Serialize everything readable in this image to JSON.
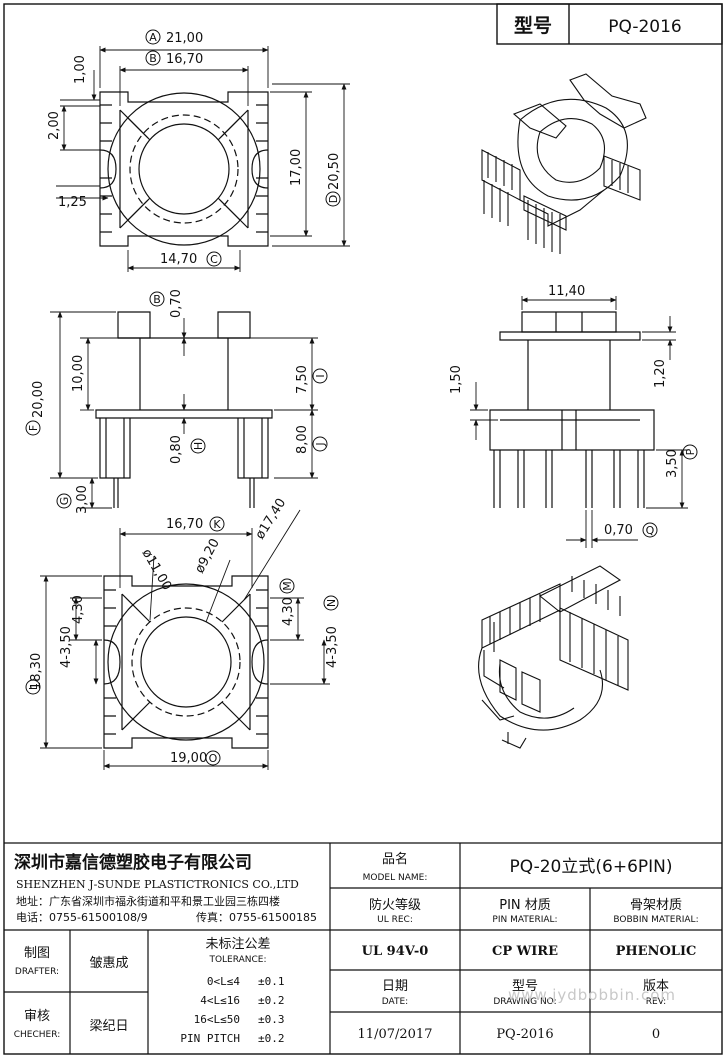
{
  "title_box": {
    "label": "型号",
    "value": "PQ-2016"
  },
  "top_view": {
    "A": {
      "letter": "A",
      "value": "21,00"
    },
    "B": {
      "letter": "B",
      "value": "16,70"
    },
    "C": {
      "letter": "C",
      "value": "14,70"
    },
    "D": {
      "letter": "D",
      "value": "20,50"
    },
    "dim_17": "17,00",
    "dim_100": "1,00",
    "dim_200": "2,00",
    "dim_125": "1,25"
  },
  "front_view": {
    "B_letter": "B",
    "dim_070": "0,70",
    "F_letter": "F",
    "dim_2000": "20,00",
    "dim_1000": "10,00",
    "dim_750": "7,50",
    "I_letter": "I",
    "dim_800": "8,00",
    "J_letter": "J",
    "dim_080": "0,80",
    "H_letter": "H",
    "G_letter": "G",
    "dim_300": "3,00"
  },
  "side_view": {
    "dim_1140": "11,40",
    "dim_150": "1,50",
    "dim_120": "1,20",
    "dim_350": "3,50",
    "P_letter": "P",
    "dim_070": "0,70",
    "Q_letter": "Q"
  },
  "bottom_view": {
    "K": {
      "letter": "K",
      "value": "16,70"
    },
    "dia_1100": "ø11,00",
    "dia_920": "ø9,20",
    "dia_1740": "ø17,40",
    "dim_430_left": "4,30",
    "dim_430_right": "4,30",
    "M_letter": "M",
    "dim_4x350_left": "4-3,50",
    "dim_4x350_right": "4-3,50",
    "N_letter": "N",
    "dim_1830": "18,30",
    "L_letter": "L",
    "O": {
      "letter": "O",
      "value": "19,00"
    }
  },
  "company": {
    "name_cn": "深圳市嘉信德塑胶电子有限公司",
    "name_en": "SHENZHEN J-SUNDE PLASTICTRONICS CO.,LTD",
    "address": "地址：广东省深圳市福永街道和平和景工业园三栋四楼",
    "phone": "电话：0755-61500108/9",
    "fax": "传真：0755-61500185"
  },
  "model_name": {
    "cn": "品名",
    "en": "MODEL NAME:",
    "value": "PQ-20立式(6+6PIN)"
  },
  "ul_rec": {
    "cn": "防火等级",
    "en": "UL REC:",
    "value": "UL 94V-0"
  },
  "pin_material": {
    "cn": "PIN 材质",
    "en": "PIN MATERIAL:",
    "value": "CP WIRE"
  },
  "bobbin_material": {
    "cn": "骨架材质",
    "en": "BOBBIN MATERIAL:",
    "value": "PHENOLIC"
  },
  "drafter": {
    "cn": "制图",
    "en": "DRAFTER:",
    "value": "皱惠成"
  },
  "checker": {
    "cn": "审核",
    "en": "CHECHER:",
    "value": "梁纪日"
  },
  "tolerance": {
    "cn": "未标注公差",
    "en": "TOLERANCE:",
    "rows": [
      {
        "range": "0<L≤4",
        "tol": "±0.1"
      },
      {
        "range": "4<L≤16",
        "tol": "±0.2"
      },
      {
        "range": "16<L≤50",
        "tol": "±0.3"
      },
      {
        "range": "PIN PITCH",
        "tol": "±0.2"
      }
    ]
  },
  "date": {
    "cn": "日期",
    "en": "DATE:",
    "value": "11/07/2017"
  },
  "drawing_no": {
    "cn": "型号",
    "en": "DRAWING NO:",
    "value": "PQ-2016"
  },
  "rev": {
    "cn": "版本",
    "en": "REV:",
    "value": "0"
  },
  "watermark": "www.jydbobbin.com"
}
